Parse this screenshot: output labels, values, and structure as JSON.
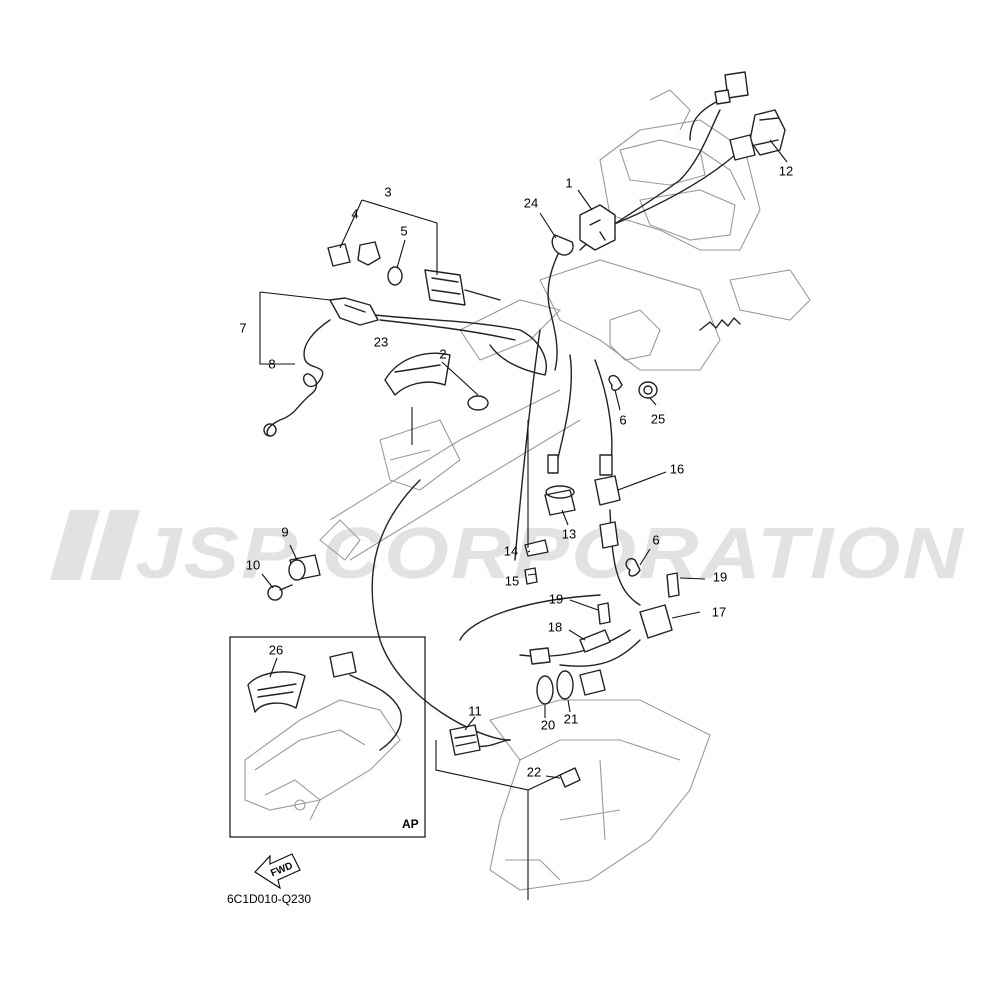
{
  "watermark": {
    "text": "JSP CORPORATION"
  },
  "diagram_code": "6C1D010-Q230",
  "inset_label": "AP",
  "fwd_label": "FWD",
  "callouts": [
    {
      "id": "c1",
      "label": "1"
    },
    {
      "id": "c2",
      "label": "2"
    },
    {
      "id": "c3",
      "label": "3"
    },
    {
      "id": "c4",
      "label": "4"
    },
    {
      "id": "c5",
      "label": "5"
    },
    {
      "id": "c6a",
      "label": "6"
    },
    {
      "id": "c6b",
      "label": "6"
    },
    {
      "id": "c7",
      "label": "7"
    },
    {
      "id": "c8",
      "label": "8"
    },
    {
      "id": "c9",
      "label": "9"
    },
    {
      "id": "c10",
      "label": "10"
    },
    {
      "id": "c11",
      "label": "11"
    },
    {
      "id": "c12",
      "label": "12"
    },
    {
      "id": "c13",
      "label": "13"
    },
    {
      "id": "c14",
      "label": "14"
    },
    {
      "id": "c15",
      "label": "15"
    },
    {
      "id": "c16",
      "label": "16"
    },
    {
      "id": "c17",
      "label": "17"
    },
    {
      "id": "c18",
      "label": "18"
    },
    {
      "id": "c19a",
      "label": "19"
    },
    {
      "id": "c19b",
      "label": "19"
    },
    {
      "id": "c20",
      "label": "20"
    },
    {
      "id": "c21",
      "label": "21"
    },
    {
      "id": "c22",
      "label": "22"
    },
    {
      "id": "c23",
      "label": "23"
    },
    {
      "id": "c24",
      "label": "24"
    },
    {
      "id": "c25",
      "label": "25"
    },
    {
      "id": "c26",
      "label": "26"
    }
  ]
}
